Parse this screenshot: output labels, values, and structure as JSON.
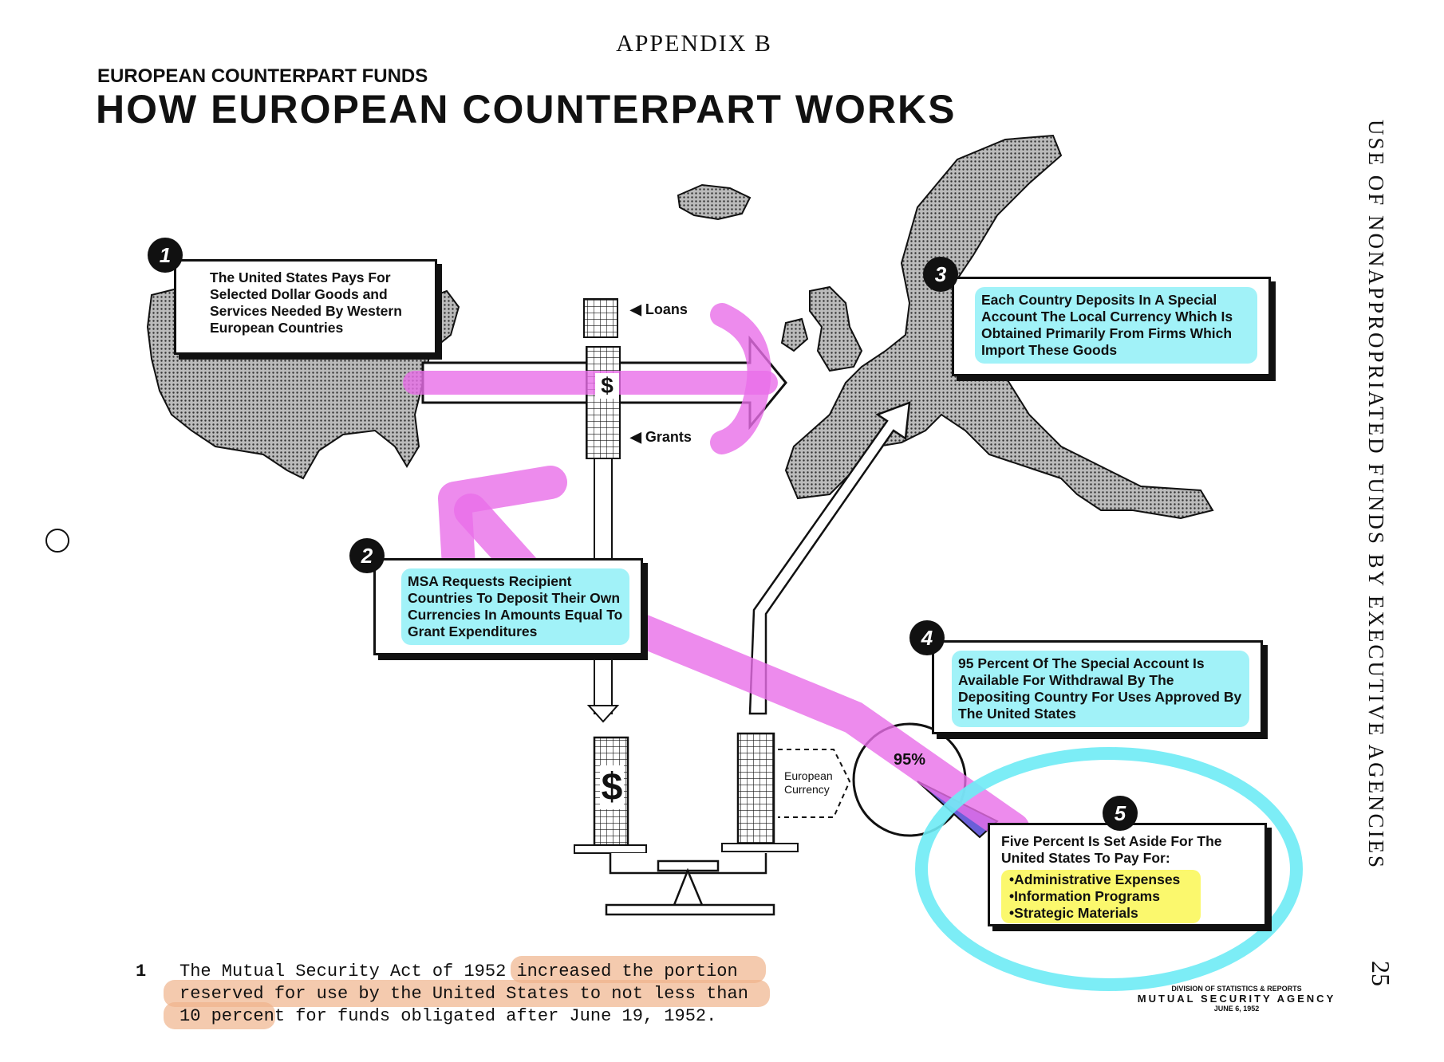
{
  "header": {
    "appendix": "APPENDIX B",
    "supertitle": "EUROPEAN COUNTERPART FUNDS",
    "title": "HOW EUROPEAN COUNTERPART WORKS",
    "side_title": "USE OF NONAPPROPRIATED FUNDS BY EXECUTIVE AGENCIES",
    "page_number": "25"
  },
  "steps": [
    {
      "number": "1",
      "text": "The United States Pays For Selected Dollar Goods and Services Needed By Western European Countries"
    },
    {
      "number": "2",
      "text": "MSA Requests Recipient Countries To Deposit Their Own Currencies In Amounts Equal To Grant Expenditures"
    },
    {
      "number": "3",
      "text": "Each Country Deposits In A Special Account The Local Currency Which Is Obtained Primarily From Firms Which Import These Goods"
    },
    {
      "number": "4",
      "text": "95 Percent Of The Special Account Is Available For Withdrawal By The Depositing Country For Uses Approved By The United States"
    },
    {
      "number": "5",
      "text": "Five Percent Is Set Aside For The United States To Pay For:",
      "bullets": [
        "Administrative Expenses",
        "Information Programs",
        "Strategic Materials"
      ]
    }
  ],
  "labels": {
    "loans": "Loans",
    "grants": "Grants",
    "european_currency": "European Currency",
    "percent": "95%",
    "dollar": "$"
  },
  "footnote": {
    "number": "1",
    "text": "The Mutual Security Act of 1952 increased the portion reserved for use by the United States to not less than 10 percent for funds obligated after June 19, 1952."
  },
  "credit": {
    "line1": "DIVISION OF STATISTICS & REPORTS",
    "line2": "MUTUAL SECURITY AGENCY",
    "line3": "JUNE 6, 1952"
  },
  "colors": {
    "ink": "#111111",
    "magenta_annotation": "#e86ee8",
    "cyan_highlight": "#6eebf5",
    "yellow_highlight": "#faf53c",
    "orange_highlight": "#f0b48c"
  }
}
